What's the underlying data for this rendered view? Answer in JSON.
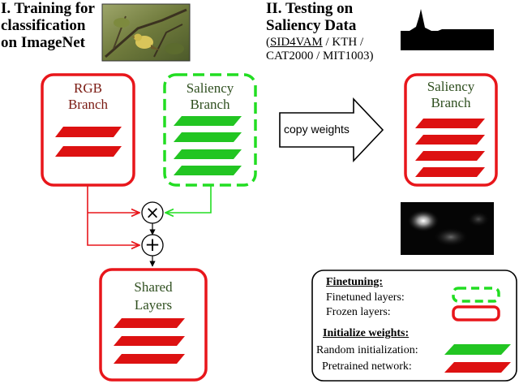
{
  "left_heading": {
    "line1": "I. Training for",
    "line2": "classification",
    "line3": "on ImageNet"
  },
  "right_heading": {
    "line1": "II. Testing on",
    "line2": "Saliency Data",
    "datasets_first": "SID4VAM",
    "datasets_rest": " / KTH /",
    "datasets_line2": "CAT2000 / MIT1003)",
    "paren_open": "("
  },
  "rgb_branch": {
    "line1": "RGB",
    "line2": "Branch"
  },
  "saliency_branch": {
    "line1": "Saliency",
    "line2": "Branch"
  },
  "shared_layers": {
    "line1": "Shared",
    "line2": "Layers"
  },
  "test_saliency_branch": {
    "line1": "Saliency",
    "line2": "Branch"
  },
  "copy_arrow": {
    "label": "copy weights"
  },
  "operators": {
    "multiply": "×",
    "add": "+"
  },
  "legend": {
    "finetuning_title": "Finetuning:",
    "finetuned_layers": "Finetuned layers:",
    "frozen_layers": "Frozen layers:",
    "init_title": "Initialize weights:",
    "random_init": "Random initialization:",
    "pretrained": "Pretrained network:"
  },
  "colors": {
    "red": "#e8161b",
    "green": "#22dd22",
    "dark_green_text": "#2f4f1f",
    "dark_red_text": "#7a1a12"
  }
}
